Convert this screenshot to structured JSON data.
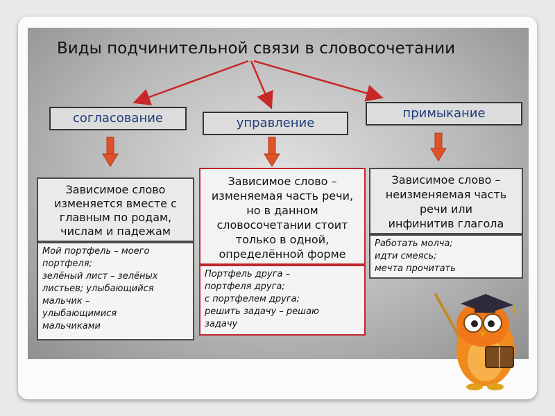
{
  "title": "Виды подчинительной связи в словосочетании",
  "categories": [
    {
      "label": "согласование",
      "description": "Зависимое слово\nизменяется вместе с\nглавным по родам,\nчислам и падежам",
      "examples": "Мой портфель – моего\nпортфеля;\nзелёный лист – зелёных\nлистьев; улыбающийся\nмальчик –\nулыбающимися\nмальчиками"
    },
    {
      "label": "управление",
      "description": "Зависимое слово –\nизменяемая часть речи,\nно в данном\nсловосочетании стоит\nтолько в одной,\nопределённой форме",
      "examples": "Портфель друга –\nпортфеля друга;\nс портфелем друга;\nрешить задачу – решаю\nзадачу"
    },
    {
      "label": "примыкание",
      "description": "Зависимое слово –\nнеизменяемая часть\nречи или\nинфинитив глагола",
      "examples": "Работать молча;\nидти смеясь;\nмечта прочитать"
    }
  ],
  "colors": {
    "arrow_red": "#c62828",
    "down_arrow": "#e0522a",
    "category_text": "#1f3d7a",
    "highlight_border": "#c0272d"
  },
  "illustration": "owl-professor-icon"
}
